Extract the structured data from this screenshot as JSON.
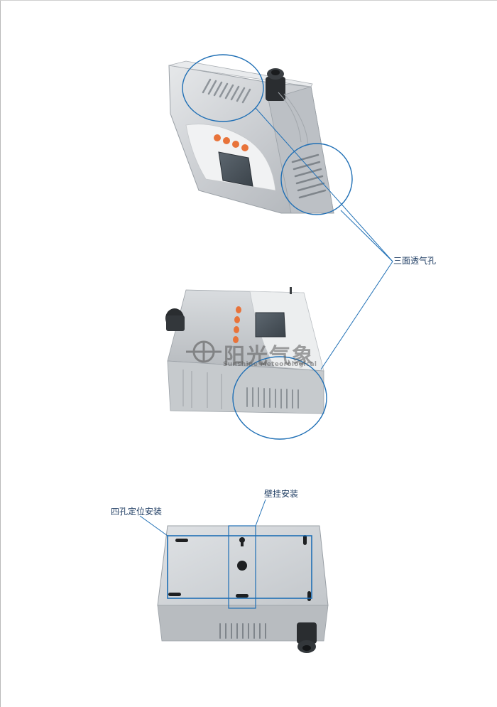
{
  "callouts": {
    "vents": "三面透气孔",
    "wall_mount": "壁挂安装",
    "four_hole": "四孔定位安装"
  },
  "watermark": {
    "name_cn": "阳光气象",
    "name_en": "Sunshine Meteorological"
  },
  "colors": {
    "callout_line": "#1f6fb5",
    "device_silver": "#c9ccd0",
    "button_orange": "#e8733a"
  }
}
